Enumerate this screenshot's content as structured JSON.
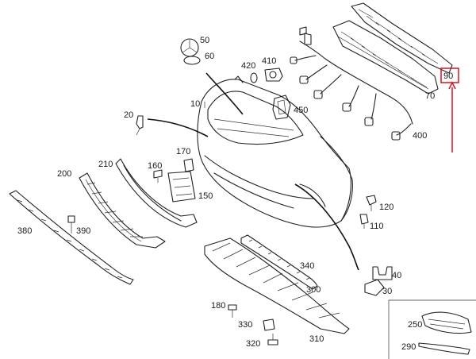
{
  "labels": {
    "p10": "10",
    "p20": "20",
    "p30": "30",
    "p40": "40",
    "p50": "50",
    "p60": "60",
    "p70": "70",
    "p90": "90",
    "p110": "110",
    "p120": "120",
    "p150": "150",
    "p160": "160",
    "p170": "170",
    "p180": "180",
    "p200": "200",
    "p210": "210",
    "p250": "250",
    "p290": "290",
    "p300": "300",
    "p310": "310",
    "p320": "320",
    "p330": "330",
    "p340": "340",
    "p380": "380",
    "p390": "390",
    "p400": "400",
    "p410": "410",
    "p420": "420",
    "p450": "450"
  },
  "highlight": {
    "color": "#d8121f"
  }
}
